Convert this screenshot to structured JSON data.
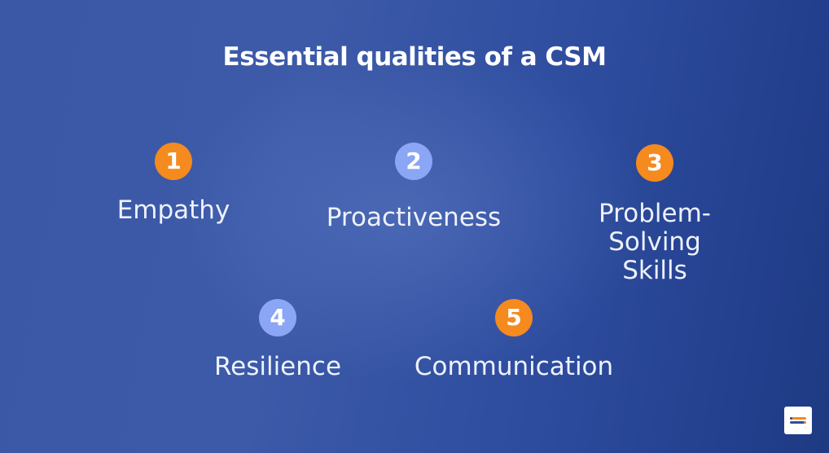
{
  "title": "Essential qualities of a CSM",
  "qualities": [
    {
      "number": "1",
      "label": "Empathy",
      "badge_color": "#f58a1f"
    },
    {
      "number": "2",
      "label": "Proactiveness",
      "badge_color": "#8aa6f4"
    },
    {
      "number": "3",
      "label": "Problem-Solving Skills",
      "badge_color": "#f58a1f"
    },
    {
      "number": "4",
      "label": "Resilience",
      "badge_color": "#8aa6f4"
    },
    {
      "number": "5",
      "label": "Communication",
      "badge_color": "#f58a1f"
    }
  ],
  "logo": {
    "icon": "brand-logo-icon"
  },
  "colors": {
    "background": "#3a58a5",
    "accent_orange": "#f58a1f",
    "accent_blue": "#8aa6f4"
  }
}
